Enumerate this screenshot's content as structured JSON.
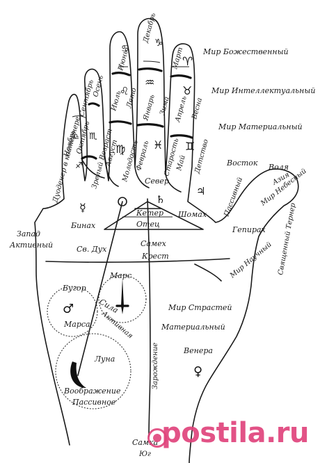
{
  "labels": {
    "world_divine": "Мир Божественный",
    "world_intellectual": "Мир Интеллектуальный",
    "world_material": "Мир Материальный",
    "east": "Восток",
    "will": "Воля",
    "asia": "Азия",
    "world_heavenly": "Мир Небесный",
    "passive_right": "Пассивный",
    "holy_ternary": "Священный Тернер",
    "gepirakh": "Гепирах",
    "world_scientific": "Мир Научный",
    "west": "Запад",
    "active_left": "Активный",
    "binakh": "Бинах",
    "holy_spirit": "Св. Дух",
    "keter": "Кетер",
    "father": "Отец",
    "sameh": "Самех",
    "cross": "Крест",
    "north": "Север",
    "shomakh": "Шомах",
    "december": "Декабрь",
    "june": "Июнь",
    "march": "Март",
    "july": "Июль",
    "summer": "Лето",
    "january": "Январь",
    "winter": "Зима",
    "april": "Апрель",
    "spring": "Весна",
    "august": "Август",
    "maturity": "Молодость",
    "february": "Февраль",
    "old_age": "Старость",
    "may": "Май",
    "childhood": "Детство",
    "september": "Сентябрь",
    "autumn": "Осень",
    "november": "Ноябрь",
    "october": "Октябрь",
    "ripe_age": "Зрелый Возраст",
    "aquarius_decan": "Дуоденер в кватернере",
    "hill": "Бугор",
    "mars_lower": "Марса",
    "mars_upper": "Марс",
    "power": "Сила",
    "active_mars": "Активная",
    "world_passions": "Мир Страстей",
    "material": "Материальный",
    "venus": "Венера",
    "moon": "Луна",
    "imagination": "Воображение",
    "passive_bottom": "Пассивное",
    "birth": "Зарождение",
    "samka": "Самка",
    "south": "Юг"
  },
  "symbols": {
    "capricorn": "♑",
    "cancer": "♋",
    "aries": "♈",
    "leo": "♌",
    "aquarius": "♒",
    "taurus": "♉",
    "virgo": "♍",
    "pisces": "♓",
    "gemini": "♊",
    "scorpio": "♏",
    "libra": "♎",
    "sagittarius": "♐",
    "mercury": "☿",
    "saturn": "♄",
    "jupiter": "♃",
    "mars": "♂",
    "venus": "♀"
  },
  "watermark": {
    "text": "postila.ru",
    "color": "#e0447c"
  }
}
